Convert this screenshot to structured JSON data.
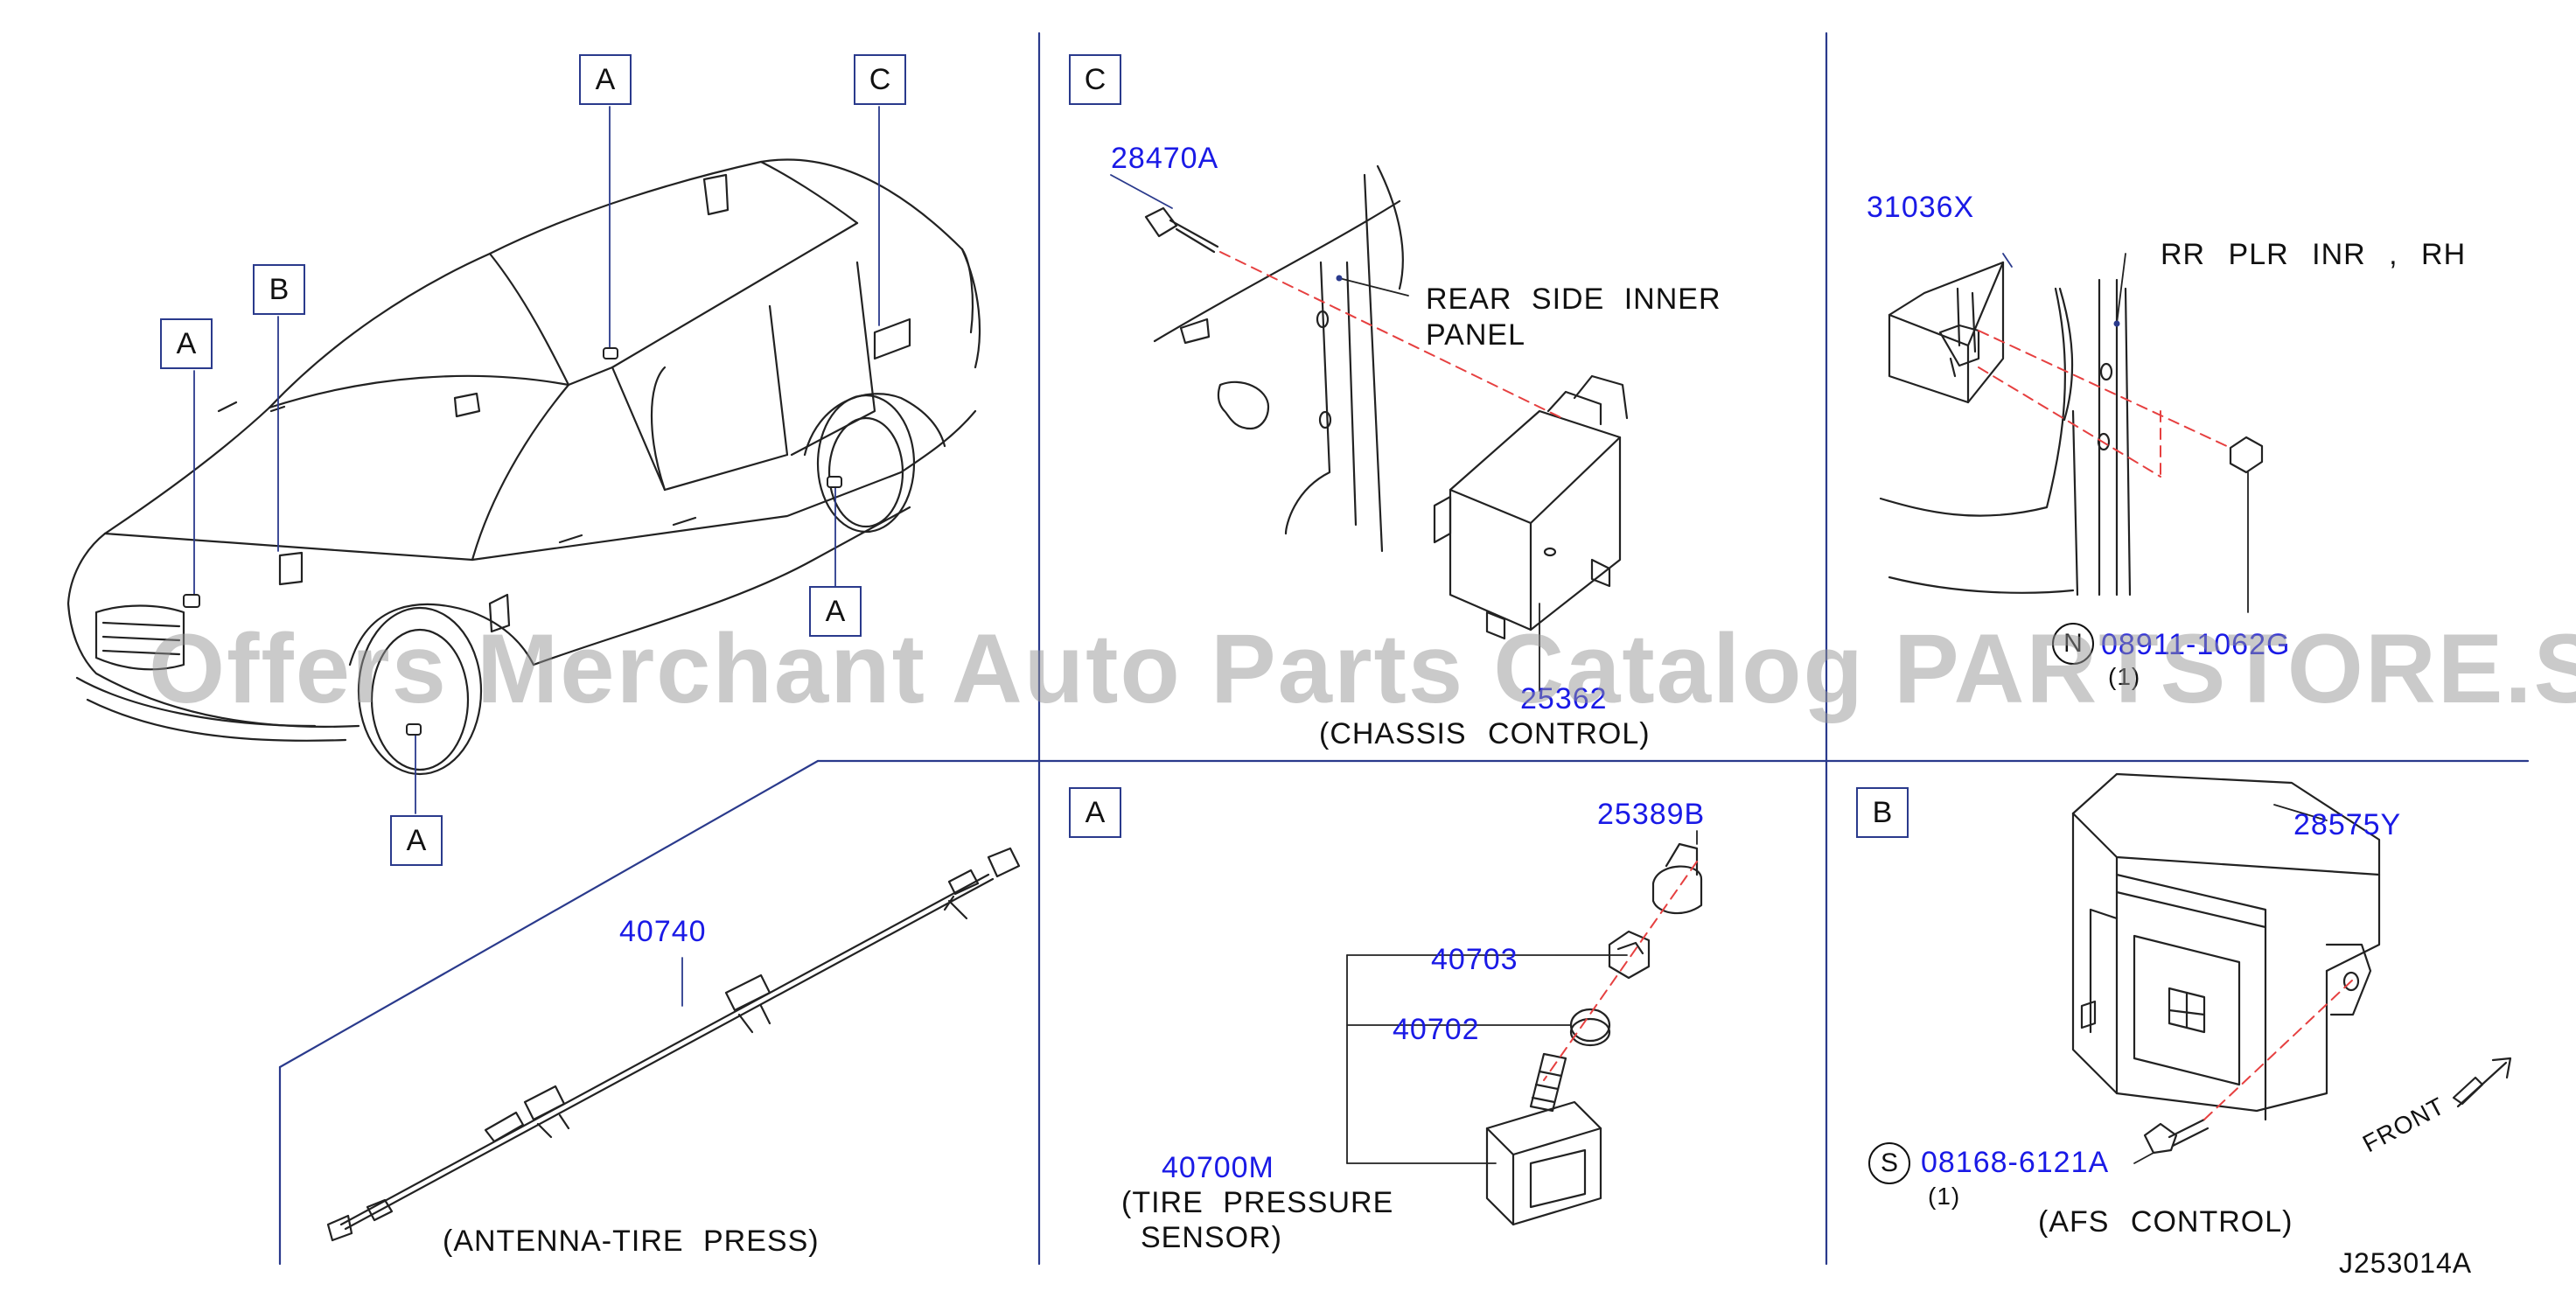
{
  "watermark": "Offers Merchant Auto Parts Catalog PARTSTORE.SA",
  "diagram_code": "J253014A",
  "vehicle_callouts": {
    "a1": "A",
    "a2": "A",
    "a3": "A",
    "a4": "A",
    "b": "B",
    "c": "C"
  },
  "section_c": {
    "label": "C",
    "part_bolt": "28470A",
    "panel_label_line1": "REAR SIDE INNER",
    "panel_label_line2": "PANEL",
    "part_unit": "25362",
    "caption": "(CHASSIS CONTROL)"
  },
  "section_rr": {
    "part_bracket": "31036X",
    "pillar_label": "RR PLR INR , RH",
    "fastener_symbol": "N",
    "fastener_part": "08911-1062G",
    "fastener_qty": "(1)"
  },
  "section_antenna": {
    "part": "40740",
    "caption": "(ANTENNA-TIRE PRESS)"
  },
  "section_a": {
    "label": "A",
    "part_cap": "25389B",
    "part_nut": "40703",
    "part_seal": "40702",
    "part_sensor": "40700M",
    "caption_line1": "(TIRE PRESSURE",
    "caption_line2": "SENSOR)"
  },
  "section_b": {
    "label": "B",
    "part_unit": "28575Y",
    "screw_symbol": "S",
    "screw_part": "08168-6121A",
    "screw_qty": "(1)",
    "front_label": "FRONT",
    "caption": "(AFS CONTROL)"
  }
}
